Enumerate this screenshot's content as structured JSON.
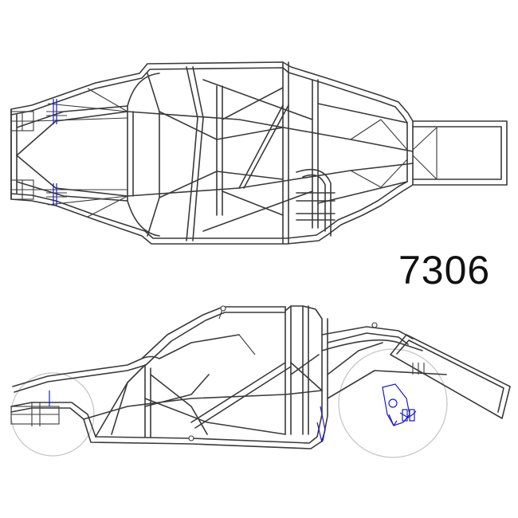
{
  "model_number": "7306",
  "colors": {
    "tube": "#3a3a3a",
    "wheel": "#c4c4c4",
    "detail": "#1a1acc",
    "text": "#111111"
  },
  "views": {
    "top": "top-view-chassis",
    "side": "side-view-chassis"
  }
}
